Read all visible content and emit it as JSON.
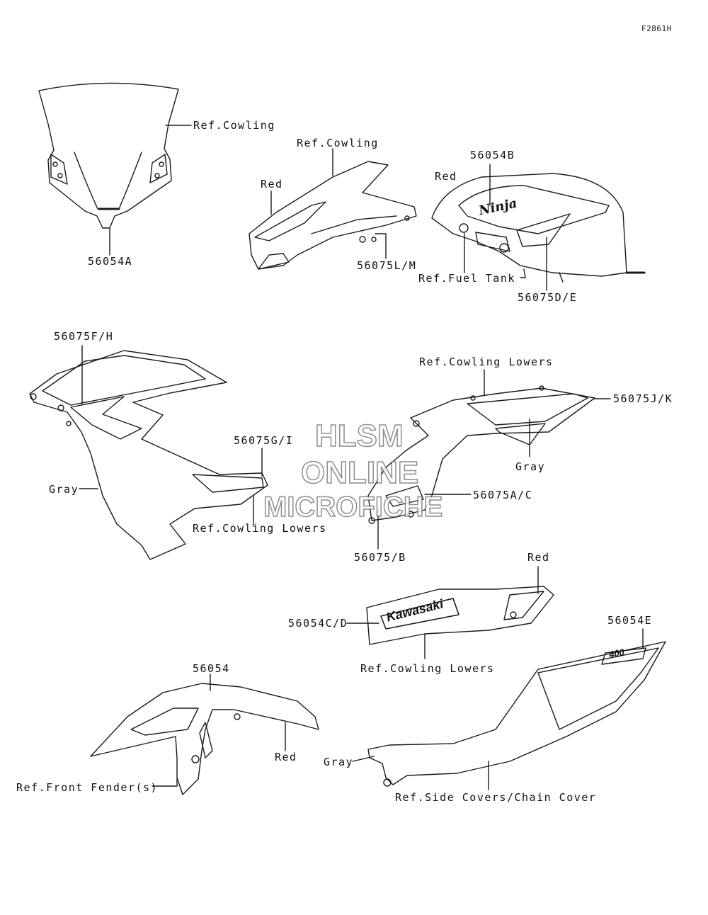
{
  "figure_code": "F2861H",
  "watermark": {
    "line1": "HLSM",
    "line2": "ONLINE",
    "line3": "MICROFICHE"
  },
  "decal_texts": {
    "brand": "Kawasaki",
    "model_script": "Ninja",
    "model_number": "400"
  },
  "labels": {
    "ref_cowling_1": "Ref.Cowling",
    "part_56054A": "56054A",
    "ref_cowling_2": "Ref.Cowling",
    "red_1": "Red",
    "part_56075LM": "56075L/M",
    "part_56054B": "56054B",
    "red_2": "Red",
    "ref_fuel_tank": "Ref.Fuel Tank",
    "part_56075DE": "56075D/E",
    "part_56075FH": "56075F/H",
    "part_56075GI": "56075G/I",
    "gray_1": "Gray",
    "ref_cowling_lowers_1": "Ref.Cowling Lowers",
    "ref_cowling_lowers_2": "Ref.Cowling Lowers",
    "part_56075JK": "56075J/K",
    "gray_2": "Gray",
    "part_56075AC": "56075A/C",
    "part_56075B": "56075/B",
    "red_3": "Red",
    "part_56054CD": "56054C/D",
    "ref_cowling_lowers_3": "Ref.Cowling Lowers",
    "part_56054E": "56054E",
    "part_56054": "56054",
    "red_4": "Red",
    "ref_front_fenders": "Ref.Front Fender(s)",
    "gray_3": "Gray",
    "ref_side_covers": "Ref.Side Covers/Chain Cover"
  }
}
